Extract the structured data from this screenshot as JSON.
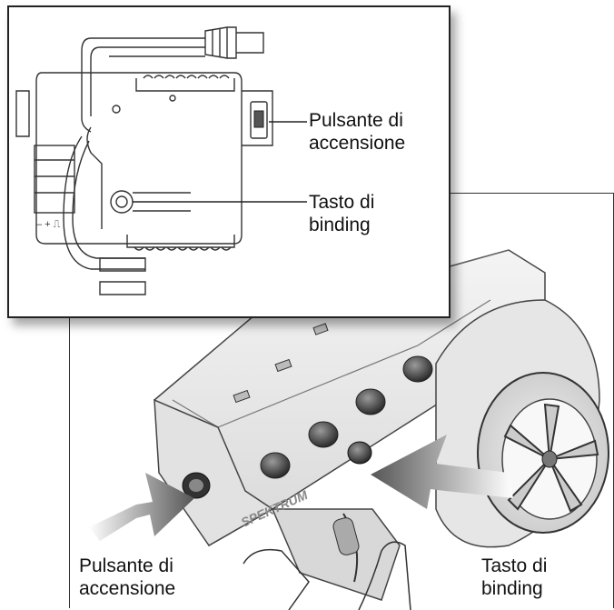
{
  "receiver_diagram": {
    "power_switch_label": [
      "Pulsante di",
      "accensione"
    ],
    "bind_button_label": [
      "Tasto di",
      "binding"
    ],
    "pin_markings": "– + ⎍"
  },
  "transmitter_illustration": {
    "power_switch_label": [
      "Pulsante di",
      "accensione"
    ],
    "bind_button_label": [
      "Tasto di",
      "binding"
    ],
    "handle_text": "SPEKTRUM"
  }
}
